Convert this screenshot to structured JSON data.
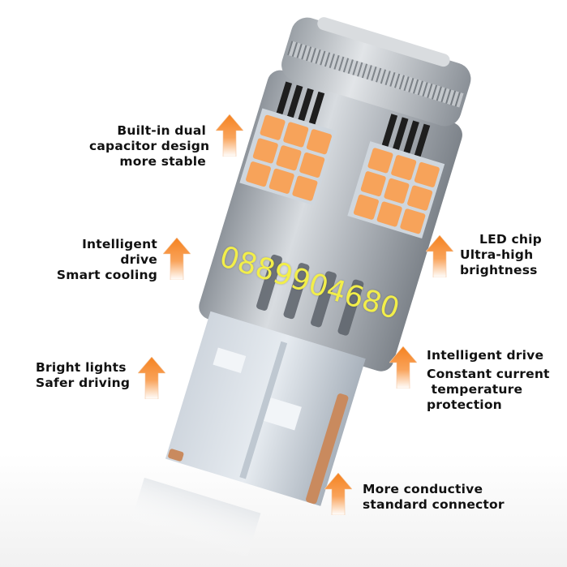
{
  "colors": {
    "arrow_top": "#f58220",
    "arrow_bottom": "#ffffff",
    "led": "#f7a35a",
    "metal": "#b9bec4",
    "watermark": "#f2ee4a",
    "copper": "#c98a5e"
  },
  "watermark": "0889904680",
  "features": [
    {
      "lines": [
        "Built-in dual",
        "capacitor design",
        "more stable"
      ],
      "icon": "up-arrow-icon"
    },
    {
      "lines": [
        "Intelligent",
        "drive",
        "Smart cooling"
      ],
      "icon": "up-arrow-icon"
    },
    {
      "lines": [
        "LED chip",
        "Ultra-high",
        "brightness"
      ],
      "icon": "up-arrow-icon"
    },
    {
      "lines": [
        "Bright lights",
        "Safer driving"
      ],
      "icon": "up-arrow-icon"
    },
    {
      "lines": [
        "Intelligent drive",
        "Constant current",
        " temperature",
        "protection"
      ],
      "icon": "up-arrow-icon"
    },
    {
      "lines": [
        "More conductive",
        "standard connector"
      ],
      "icon": "up-arrow-icon"
    }
  ]
}
